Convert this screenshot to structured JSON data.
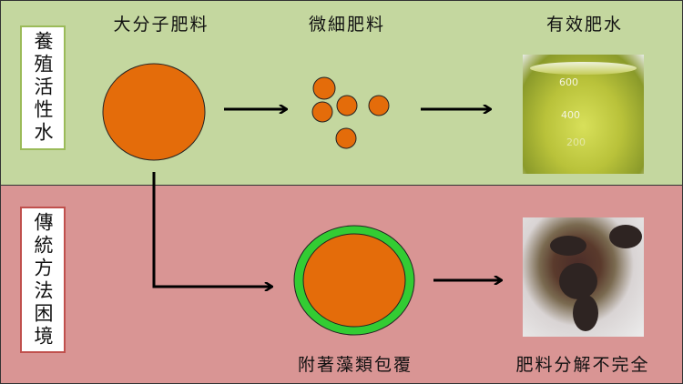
{
  "top_section": {
    "label": "養殖活性水",
    "step_titles": [
      "大分子肥料",
      "微細肥料",
      "有效肥水"
    ],
    "beaker_marks": [
      "600",
      "400",
      "200"
    ]
  },
  "bottom_section": {
    "label": "傳統方法困境",
    "captions": [
      "附著藻類包覆",
      "肥料分解不完全"
    ]
  },
  "colors": {
    "top_bg": "#c4d79f",
    "bottom_bg": "#d99594",
    "fertilizer": "#e46c0a",
    "algae": "#33cc33"
  }
}
